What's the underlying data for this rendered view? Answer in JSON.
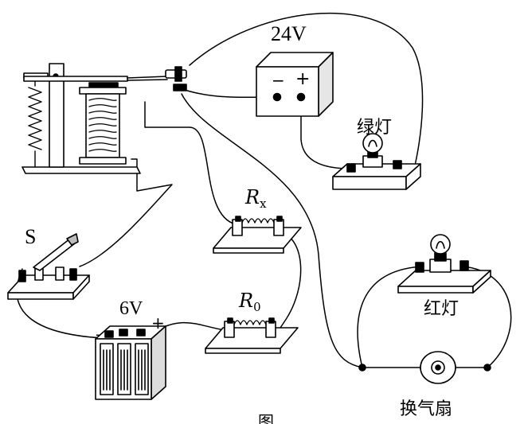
{
  "labels": {
    "v24": "24V",
    "minus_24": "−",
    "plus_24": "+",
    "green_lamp": "绿灯",
    "rx_main": "R",
    "rx_sub": "x",
    "r0_main": "R",
    "r0_sub": "0",
    "switch_s": "S",
    "v6": "6V",
    "plus_6": "+",
    "minus_6": "-",
    "red_lamp": "红灯",
    "fan": "换气扇",
    "figure_caption": "图"
  }
}
